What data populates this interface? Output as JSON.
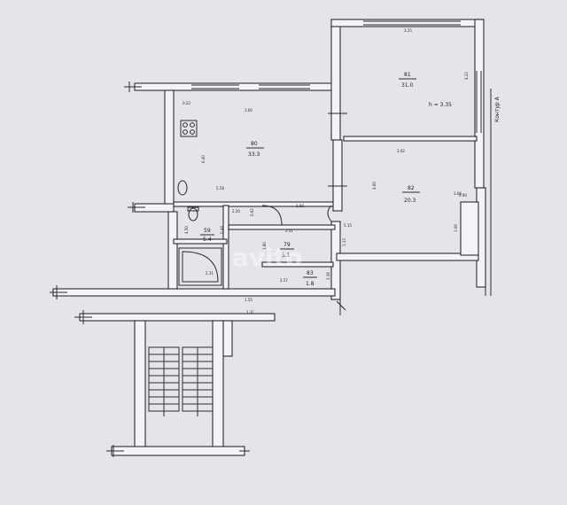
{
  "rooms": [
    {
      "number": "81",
      "area": "31.0"
    },
    {
      "number": "80",
      "area": "33.3"
    },
    {
      "number": "82",
      "area": "20.3"
    },
    {
      "number": "79",
      "area": "5.1"
    },
    {
      "number": "59",
      "area": "5.4"
    },
    {
      "number": "83",
      "area": "1.8"
    }
  ],
  "labels": {
    "height": "h = 3.35",
    "axis": "Контур А"
  },
  "dims": {
    "d1": "3.25",
    "d2": "4.22",
    "d3": "3.92",
    "d4": "4.60",
    "d5": "3.60",
    "d6": "0.90",
    "d7": "1.00",
    "d8": "6.40",
    "d9": "0.22",
    "d10": "1.60",
    "d11": "5.58",
    "d12": "5.15",
    "d13": "2.20",
    "d14": "0.92",
    "d15": "2.51",
    "d16": "1.80",
    "d17": "4.50",
    "d18": "0.44",
    "d19": "1.13",
    "d20": "2.31",
    "d21": "1.55",
    "d22": "2.57",
    "d23": "1.31",
    "d24": "2.36",
    "d25": "3.66"
  },
  "watermark": "avito"
}
